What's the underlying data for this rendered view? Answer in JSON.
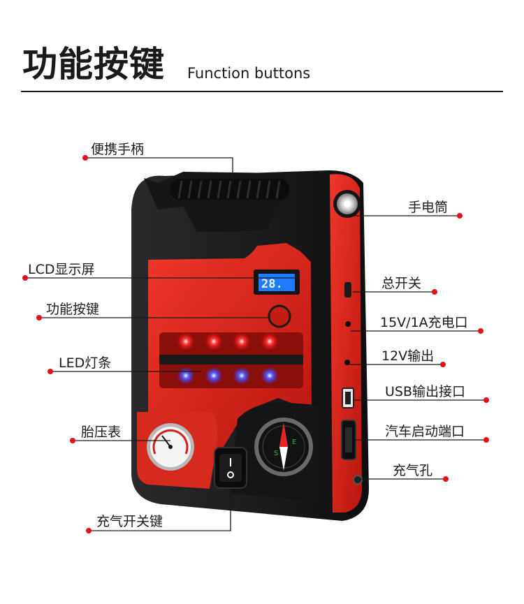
{
  "header": {
    "title_cn": "功能按键",
    "title_en": "Function buttons"
  },
  "lcd": {
    "reading": "28."
  },
  "labels": {
    "handle": "便携手柄",
    "lcd": "LCD显示屏",
    "function_key": "功能按键",
    "led_strip": "LED灯条",
    "tire_gauge": "胎压表",
    "inflate_switch": "充气开关键",
    "flashlight": "手电筒",
    "main_switch": "总开关",
    "charge_port": "15V/1A充电口",
    "out_12v": "12V输出",
    "usb_out": "USB输出接口",
    "jump_port": "汽车启动端口",
    "air_hole": "充气孔"
  },
  "colors": {
    "accent_red": "#e0131a",
    "body_red": "#d7261c",
    "shell_black": "#1c1c1e",
    "led_red": "#ff2a2a",
    "led_blue": "#3b46ff",
    "lcd_blue": "#1f7bff"
  }
}
